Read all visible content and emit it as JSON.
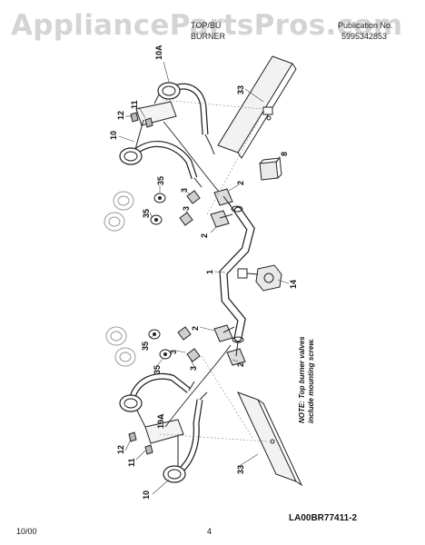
{
  "watermark": "AppliancePartsPros.com",
  "header": {
    "section_code": "TOP/BU",
    "section_title": "BURNER",
    "pub_label": "Publication No.",
    "pub_number": "5995342853"
  },
  "callouts": {
    "c10a_top": "10A",
    "c33_top": "33",
    "c12_top": "12",
    "c11_top": "11",
    "c10_top": "10",
    "c8": "8",
    "c35_a": "35",
    "c3_a": "3",
    "c2_a": "2",
    "c35_b": "35",
    "c3_b": "3",
    "c2_b": "2",
    "c1": "1",
    "c14": "14",
    "c2_c": "2",
    "c35_c": "35",
    "c3_c": "3",
    "c35_d": "35",
    "c3_d": "3",
    "c2_d": "2",
    "c10a_bot": "10A",
    "c12_bot": "12",
    "c11_bot": "11",
    "c10_bot": "10",
    "c33_bot": "33"
  },
  "note": {
    "line1": "NOTE: Top burner valves",
    "line2": "include mounting screw."
  },
  "footer": {
    "date": "10/00",
    "page": "4",
    "drawing_code": "LA00BR77411-2"
  }
}
